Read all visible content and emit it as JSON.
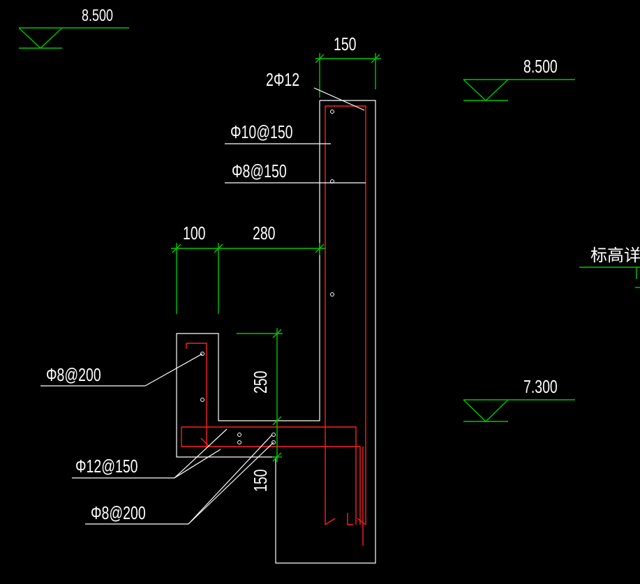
{
  "elevations": {
    "top_left": "8.500",
    "top_right": "8.500",
    "bottom_right": "7.300",
    "note": "标高详见"
  },
  "dimensions": {
    "wall_thickness": "150",
    "ledge_width_a": "100",
    "ledge_width_b": "280",
    "ledge_height": "250",
    "slab_thickness": "150"
  },
  "rebar_labels": {
    "top_bars": "2Φ12",
    "wall_vertical": "Φ10@150",
    "wall_horizontal": "Φ8@150",
    "ledge_stirrup": "Φ8@200",
    "slab_main": "Φ12@150",
    "slab_dist": "Φ8@200"
  },
  "colors": {
    "background": "#000000",
    "outline": "#ffffff",
    "dimension": "#00c800",
    "rebar": "#ff2020"
  }
}
